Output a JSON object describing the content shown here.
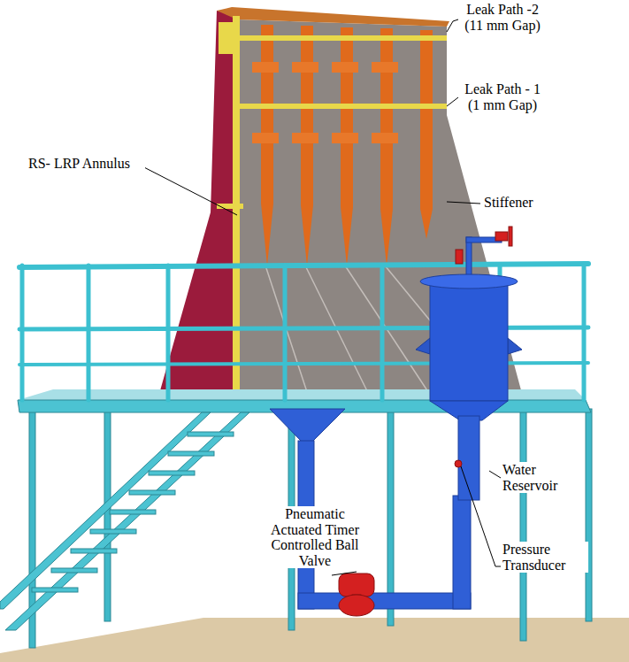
{
  "diagram": {
    "labels": [
      "Leak Path -2 (11 mm Gap)",
      "Leak Path - 1 (1 mm Gap)",
      "RS- LRP Annulus",
      "Stiffener",
      "Pneumatic Actuated Timer Controlled Ball Valve",
      "Water Reservoir",
      "Pressure Transducer"
    ]
  }
}
